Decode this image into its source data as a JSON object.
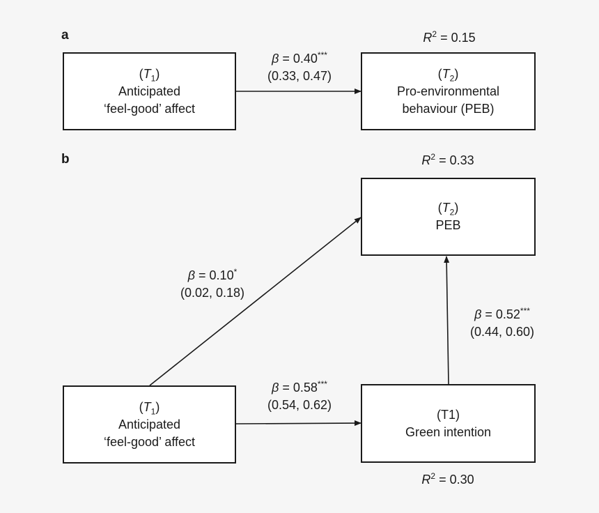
{
  "panel_a": {
    "label": "a",
    "left_box": {
      "time_var": "T",
      "time_sub": "1",
      "lines": [
        "Anticipated",
        "‘feel-good’ affect"
      ]
    },
    "right_box": {
      "time_var": "T",
      "time_sub": "2",
      "lines": [
        "Pro-environmental",
        "behaviour (PEB)"
      ]
    },
    "path": {
      "beta": "0.40",
      "sig": "***",
      "ci": "(0.33, 0.47)"
    },
    "r2": "0.15"
  },
  "panel_b": {
    "label": "b",
    "peb_box": {
      "time_var": "T",
      "time_sub": "2",
      "lines": [
        "PEB"
      ]
    },
    "affect_box": {
      "time_var": "T",
      "time_sub": "1",
      "lines": [
        "Anticipated",
        "‘feel-good’ affect"
      ]
    },
    "intention_box": {
      "time_label": "(T1)",
      "lines": [
        "Green intention"
      ]
    },
    "path_affect_peb": {
      "beta": "0.10",
      "sig": "*",
      "ci": "(0.02, 0.18)"
    },
    "path_affect_intention": {
      "beta": "0.58",
      "sig": "***",
      "ci": "(0.54, 0.62)"
    },
    "path_intention_peb": {
      "beta": "0.52",
      "sig": "***",
      "ci": "(0.44, 0.60)"
    },
    "r2_peb": "0.33",
    "r2_intention": "0.30"
  },
  "symbols": {
    "beta": "β",
    "r": "R",
    "r_sup": "2",
    "equals": " = "
  }
}
